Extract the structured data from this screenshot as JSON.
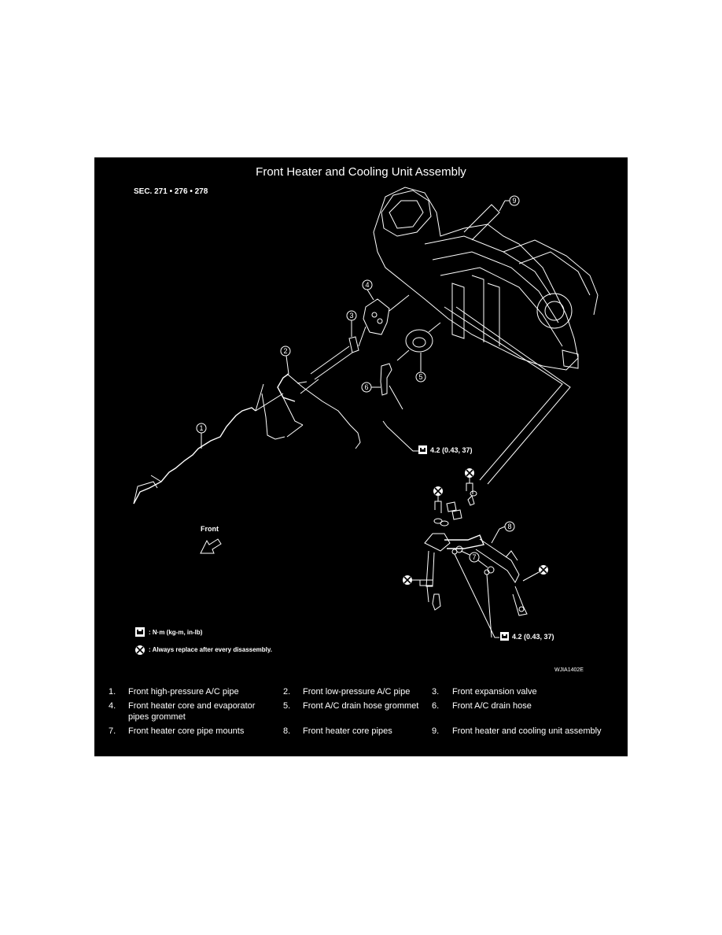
{
  "diagram": {
    "title": "Front Heater and Cooling Unit Assembly",
    "section": "SEC. 271 • 276 • 278",
    "figure_id": "WJIA1402E",
    "front_label": "Front",
    "torque_labels": {
      "drain_hose": "4.2 (0.43, 37)",
      "pipe_mounts": "4.2 (0.43, 37)"
    },
    "legend": {
      "torque_icon": "torque-wrench-icon",
      "torque_text": ": N·m (kg-m, in-lb)",
      "replace_icon": "always-replace-icon",
      "replace_text": ": Always replace after every disassembly."
    },
    "callouts": [
      "1",
      "2",
      "3",
      "4",
      "5",
      "6",
      "7",
      "8",
      "9"
    ]
  },
  "parts": [
    {
      "num": "1.",
      "name": "Front high-pressure A/C pipe"
    },
    {
      "num": "2.",
      "name": "Front low-pressure A/C pipe"
    },
    {
      "num": "3.",
      "name": "Front expansion valve"
    },
    {
      "num": "4.",
      "name": "Front heater core and evaporator pipes grommet"
    },
    {
      "num": "5.",
      "name": "Front A/C drain hose grommet"
    },
    {
      "num": "6.",
      "name": "Front A/C drain hose"
    },
    {
      "num": "7.",
      "name": "Front heater core pipe mounts"
    },
    {
      "num": "8.",
      "name": "Front heater core pipes"
    },
    {
      "num": "9.",
      "name": "Front heater and cooling unit assembly"
    }
  ]
}
